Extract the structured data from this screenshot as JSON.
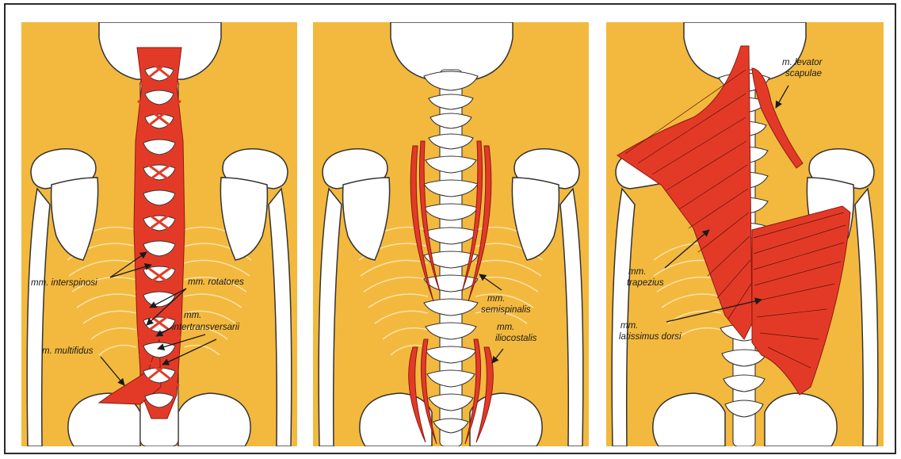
{
  "colors": {
    "background": "#f3b93e",
    "muscle": "#e33a28",
    "bone": "#ffffff",
    "outline": "#333333"
  },
  "panels": [
    {
      "labels": {
        "interspinosi": "mm. interspinosi",
        "rotatores": "mm. rotatores",
        "intertransversarii_1": "mm.",
        "intertransversarii_2": "intertransversarii",
        "multifidus": "m. multifidus"
      }
    },
    {
      "labels": {
        "semispinalis_1": "mm.",
        "semispinalis_2": "semispinalis",
        "iliocostalis_1": "mm.",
        "iliocostalis_2": "iliocostalis"
      }
    },
    {
      "labels": {
        "levator_1": "m. levator",
        "levator_2": "scapulae",
        "trapezius_1": "mm.",
        "trapezius_2": "trapezius",
        "latissimus_1": "mm.",
        "latissimus_2": "latissimus dorsi"
      }
    }
  ]
}
